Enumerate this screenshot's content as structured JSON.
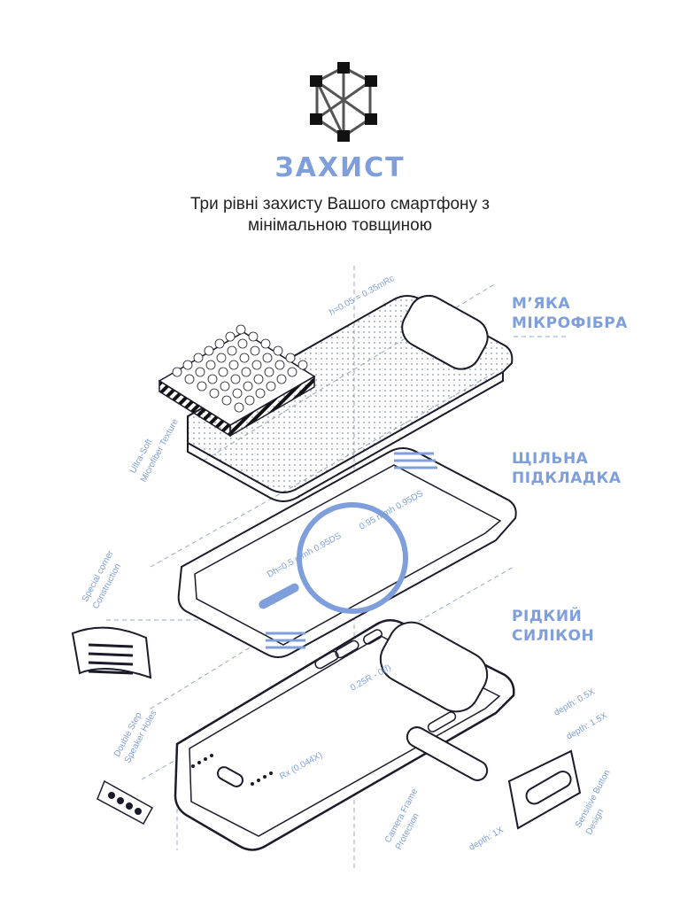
{
  "header": {
    "title": "ЗАХИСТ",
    "subtitle_line1": "Три рівні захисту Вашого смартфону з",
    "subtitle_line2": "мінімальною товщиною"
  },
  "layers": [
    {
      "line1": "М’ЯКА",
      "line2": "МІКРОФІБРА"
    },
    {
      "line1": "ЩІЛЬНА",
      "line2": "ПІДКЛАДКА"
    },
    {
      "line1": "РІДКИЙ",
      "line2": "СИЛІКОН"
    }
  ],
  "annotations": {
    "top_dim": "h=0.05 = 0.35mRc",
    "ultra_soft_1": "Ultra-Soft",
    "ultra_soft_2": "Microfiber Texture",
    "inner_dim_1": "0.95 mmh 0.95DS",
    "inner_dim_2": "Dh=0.5 mmh 0.95DS",
    "special_corner_1": "Special corner",
    "special_corner_2": "Construction",
    "body_dim": "0.25R - 0(f)",
    "double_step_1": "Double Step",
    "double_step_2": "Speaker Holes",
    "bottom_dim": "Rx (0.044X)",
    "camera_frame_1": "Camera Frame",
    "camera_frame_2": "Protection",
    "depth_1": "depth: 0.5X",
    "depth_2": "depth: 1.5X",
    "depth_3": "depth: 1X",
    "sensitive_1": "Sensitive Button",
    "sensitive_2": "Design"
  },
  "colors": {
    "accent": "#7f9fdc",
    "line": "#1b1b2a",
    "dim": "#9aa6bf"
  }
}
